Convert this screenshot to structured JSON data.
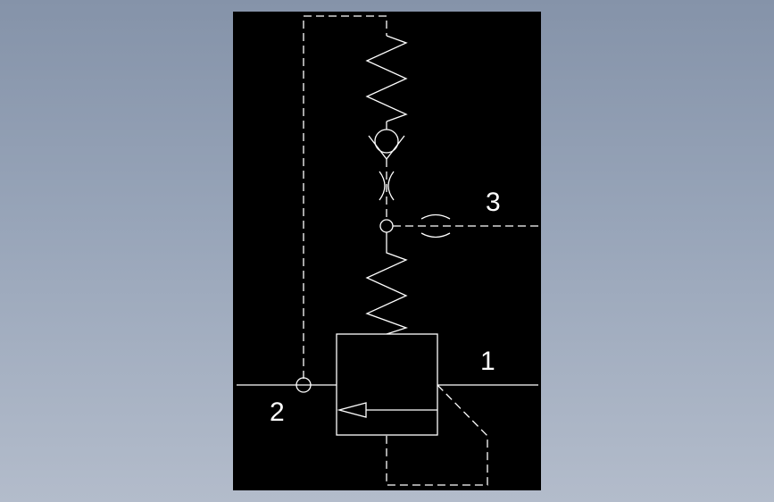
{
  "colors": {
    "background_top": "#8593a9",
    "background_bottom": "#b3bccb",
    "drawing_area": "#000000",
    "line": "#ffffff"
  },
  "diagram": {
    "type": "hydraulic-schematic",
    "port_labels": {
      "port_1": "1",
      "port_2": "2",
      "port_3": "3"
    }
  }
}
